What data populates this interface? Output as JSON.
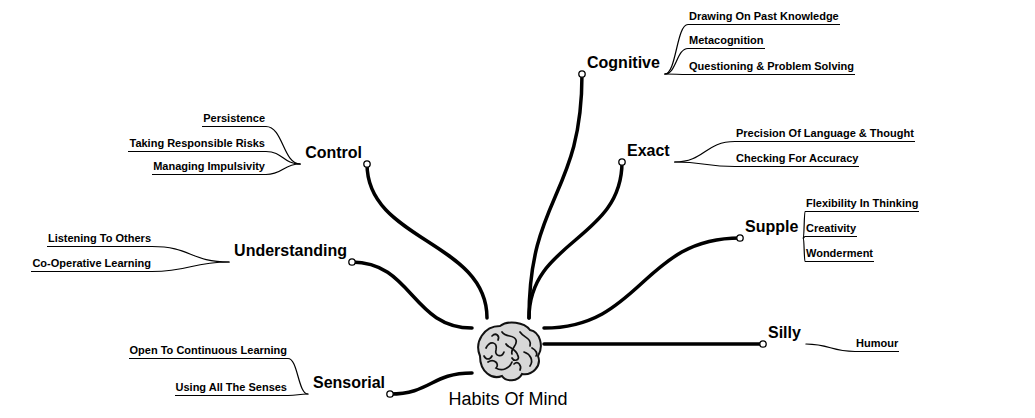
{
  "diagram": {
    "nodes": [
      {
        "text": [
          "Habits Of Mind"
        ]
      },
      {
        "text": [
          "Cognitive"
        ]
      },
      {
        "text": [
          "Drawing On Past Knowledge"
        ]
      },
      {
        "text": [
          "Metacognition"
        ]
      },
      {
        "text": [
          "Questioning & Problem Solving"
        ]
      },
      {
        "text": [
          "Exact"
        ]
      },
      {
        "text": [
          "Precision Of Language & Thought"
        ]
      },
      {
        "text": [
          "Checking For Accuracy"
        ]
      },
      {
        "text": [
          "Supple"
        ]
      },
      {
        "text": [
          "Flexibility In Thinking"
        ]
      },
      {
        "text": [
          "Creativity"
        ]
      },
      {
        "text": [
          "Wonderment"
        ]
      },
      {
        "text": [
          "Silly"
        ]
      },
      {
        "text": [
          "Humour"
        ]
      },
      {
        "text": [
          "Sensorial"
        ]
      },
      {
        "text": [
          "Open To Continuous Learning"
        ]
      },
      {
        "text": [
          "Using All The Senses"
        ]
      },
      {
        "text": [
          "Understanding"
        ]
      },
      {
        "text": [
          "Listening To Others"
        ]
      },
      {
        "text": [
          "Co-Operative Learning"
        ]
      },
      {
        "text": [
          "Control"
        ]
      },
      {
        "text": [
          "Persistence"
        ]
      },
      {
        "text": [
          "Taking Responsible Risks"
        ]
      },
      {
        "text": [
          "Managing Impulsivity"
        ]
      }
    ],
    "edges": [
      {
        "from": 0,
        "to": 1,
        "arrow": "none"
      },
      {
        "from": 1,
        "to": 2,
        "arrow": "none"
      },
      {
        "from": 1,
        "to": 3,
        "arrow": "none"
      },
      {
        "from": 1,
        "to": 4,
        "arrow": "none"
      },
      {
        "from": 0,
        "to": 5,
        "arrow": "none"
      },
      {
        "from": 5,
        "to": 6,
        "arrow": "none"
      },
      {
        "from": 5,
        "to": 7,
        "arrow": "none"
      },
      {
        "from": 0,
        "to": 8,
        "arrow": "none"
      },
      {
        "from": 8,
        "to": 9,
        "arrow": "none"
      },
      {
        "from": 8,
        "to": 10,
        "arrow": "none"
      },
      {
        "from": 8,
        "to": 11,
        "arrow": "none"
      },
      {
        "from": 0,
        "to": 12,
        "arrow": "none"
      },
      {
        "from": 12,
        "to": 13,
        "arrow": "none"
      },
      {
        "from": 0,
        "to": 14,
        "arrow": "none"
      },
      {
        "from": 14,
        "to": 15,
        "arrow": "none"
      },
      {
        "from": 14,
        "to": 16,
        "arrow": "none"
      },
      {
        "from": 0,
        "to": 17,
        "arrow": "none"
      },
      {
        "from": 17,
        "to": 18,
        "arrow": "none"
      },
      {
        "from": 17,
        "to": 19,
        "arrow": "none"
      },
      {
        "from": 0,
        "to": 20,
        "arrow": "none"
      },
      {
        "from": 20,
        "to": 21,
        "arrow": "none"
      },
      {
        "from": 20,
        "to": 22,
        "arrow": "none"
      },
      {
        "from": 20,
        "to": 23,
        "arrow": "none"
      }
    ]
  }
}
